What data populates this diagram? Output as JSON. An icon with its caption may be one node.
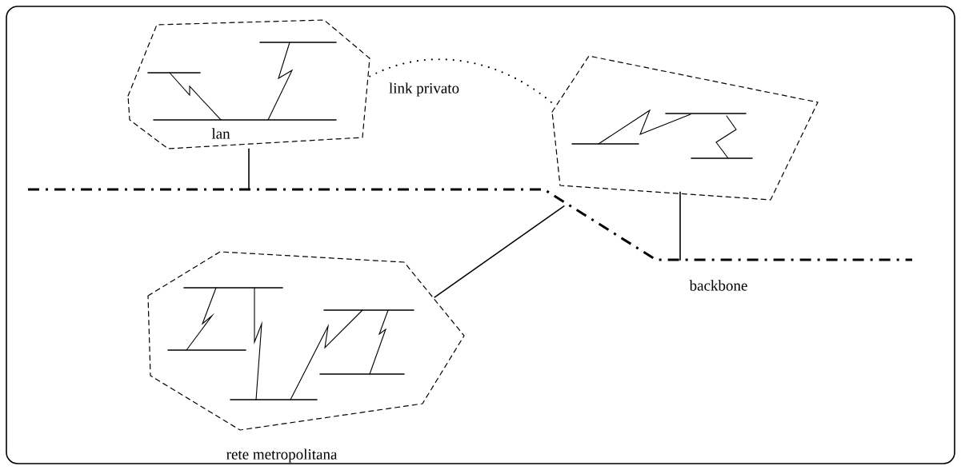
{
  "diagram": {
    "nodes": [
      {
        "text": [
          "lan"
        ]
      },
      {
        "text": [],
        "shape": "polygon"
      },
      {
        "text": [
          "rete metropolitana"
        ]
      },
      {
        "text": [
          "backbone"
        ]
      }
    ],
    "edges": [
      {
        "from": 0,
        "to": 1,
        "arrow": "none",
        "label": "link privato",
        "style": "dashed"
      },
      {
        "from": 0,
        "to": 3,
        "arrow": "none"
      },
      {
        "from": 1,
        "to": 3,
        "arrow": "none"
      },
      {
        "from": 2,
        "to": 3,
        "arrow": "none"
      }
    ]
  }
}
